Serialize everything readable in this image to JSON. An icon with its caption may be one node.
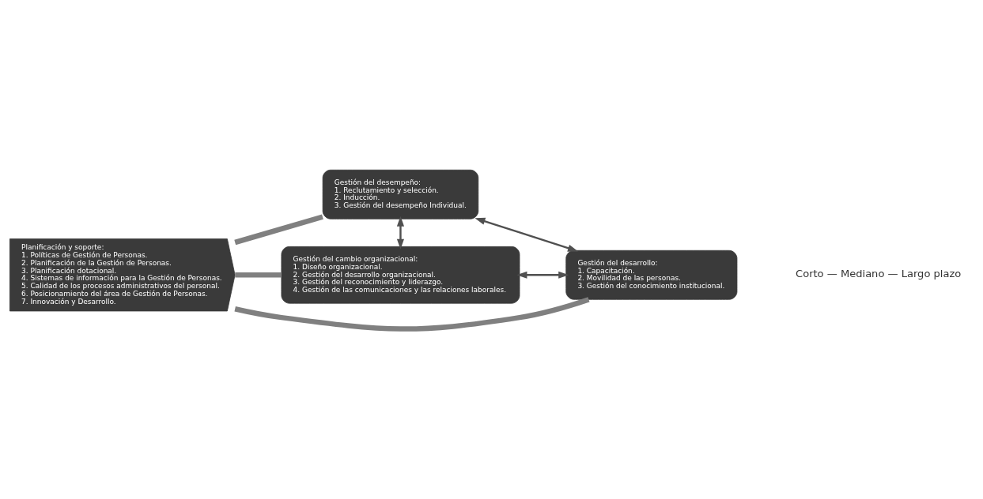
{
  "diagram": {
    "nodes": [
      {
        "text": [
          "Planificación y soporte:",
          "1. Políticas de Gestión de Personas.",
          "2. Planificación de la Gestión de Personas.",
          "3. Planificación dotacional.",
          "4. Sistemas de información para la Gestión de Personas.",
          "5. Calidad de los procesos administrativos del personal.",
          "6. Posicionamiento del área de Gestión de Personas.",
          "7. Innovación y Desarrollo."
        ]
      },
      {
        "text": [
          "Gestión del desempeño:",
          "1. Reclutamiento y selección.",
          "2. Inducción.",
          "3. Gestión del desempeño Individual."
        ]
      },
      {
        "text": [
          "Gestión del cambio organizacional:",
          "1. Diseño organizacional.",
          "2. Gestión del desarrollo organizacional.",
          "3. Gestión del reconocimiento y liderazgo.",
          "4. Gestión de las comunicaciones y las relaciones laborales."
        ]
      },
      {
        "text": [
          "Gestión del desarrollo:",
          "1. Capacitación.",
          "2. Movilidad de las personas.",
          "3. Gestión del conocimiento institucional."
        ]
      }
    ],
    "edges": [
      {
        "from": 1,
        "to": 2,
        "arrow": "both"
      },
      {
        "from": 1,
        "to": 3,
        "arrow": "both"
      },
      {
        "from": 2,
        "to": 3,
        "arrow": "both"
      },
      {
        "from": 0,
        "to": 1,
        "arrow": "none",
        "style": "thick",
        "color": "#808080"
      },
      {
        "from": 0,
        "to": 2,
        "arrow": "none",
        "style": "thick",
        "color": "#808080"
      },
      {
        "from": 0,
        "to": 3,
        "arrow": "none",
        "style": "thick",
        "color": "#808080"
      }
    ],
    "labels": [
      "Corto — Mediano — Largo plazo"
    ]
  }
}
